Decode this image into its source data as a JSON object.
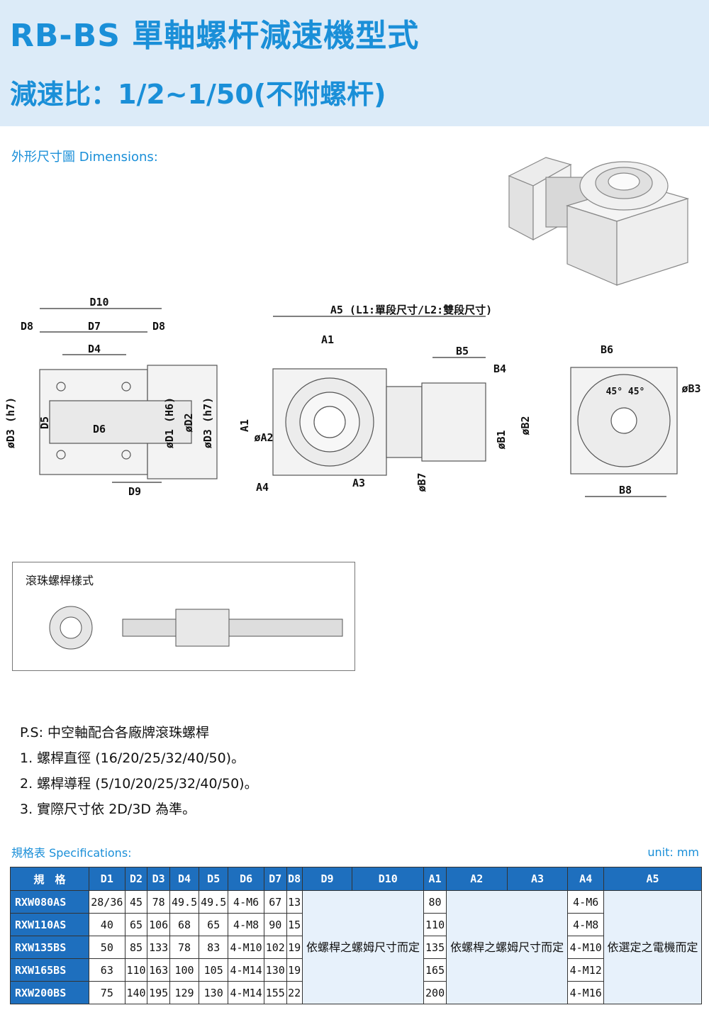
{
  "header": {
    "title_line1": "RB-BS 單軸螺杆減速機型式",
    "title_line2": "減速比：1/2~1/50(不附螺杆)"
  },
  "dimensions_label": "外形尺寸圖 Dimensions:",
  "drawing_labels": {
    "D10": "D10",
    "D8": "D8",
    "D7": "D7",
    "D4": "D4",
    "D6": "D6",
    "D9": "D9",
    "D5": "D5",
    "D3h7": "øD3 (h7)",
    "D1H6": "øD1 (H6)",
    "D2": "øD2",
    "A5": "A5 (L1:單段尺寸/L2:雙段尺寸)",
    "A1": "A1",
    "A2": "øA2",
    "A3": "A3",
    "A4": "A4",
    "B5": "B5",
    "B4": "B4",
    "B7": "øB7",
    "B1": "øB1",
    "B2": "øB2",
    "B6": "B6",
    "B3": "øB3",
    "B8": "B8",
    "angle": "45°  45°"
  },
  "ballscrew_label": "滾珠螺桿樣式",
  "notes": [
    "P.S: 中空軸配合各廠牌滾珠螺桿",
    "1. 螺桿直徑 (16/20/25/32/40/50)。",
    "2. 螺桿導程 (5/10/20/25/32/40/50)。",
    "3. 實際尺寸依 2D/3D 為準。"
  ],
  "spec_label": "規格表 Specifications:",
  "unit_label": "unit: mm",
  "table": {
    "headers": [
      "規　格",
      "D1",
      "D2",
      "D3",
      "D4",
      "D5",
      "D6",
      "D7",
      "D8",
      "D9",
      "D10",
      "A1",
      "A2",
      "A3",
      "A4",
      "A5"
    ],
    "rows": [
      {
        "model": "RXW080AS",
        "d1": "28/36",
        "d2": "45",
        "d3": "78",
        "d4": "49.5",
        "d5": "49.5",
        "d6": "4-M6",
        "d7": "67",
        "d8": "13",
        "a1": "80",
        "a4": "4-M6"
      },
      {
        "model": "RXW110AS",
        "d1": "40",
        "d2": "65",
        "d3": "106",
        "d4": "68",
        "d5": "65",
        "d6": "4-M8",
        "d7": "90",
        "d8": "15",
        "a1": "110",
        "a4": "4-M8"
      },
      {
        "model": "RXW135BS",
        "d1": "50",
        "d2": "85",
        "d3": "133",
        "d4": "78",
        "d5": "83",
        "d6": "4-M10",
        "d7": "102",
        "d8": "19",
        "a1": "135",
        "a4": "4-M10"
      },
      {
        "model": "RXW165BS",
        "d1": "63",
        "d2": "110",
        "d3": "163",
        "d4": "100",
        "d5": "105",
        "d6": "4-M14",
        "d7": "130",
        "d8": "19",
        "a1": "165",
        "a4": "4-M12"
      },
      {
        "model": "RXW200BS",
        "d1": "75",
        "d2": "140",
        "d3": "195",
        "d4": "129",
        "d5": "130",
        "d6": "4-M14",
        "d7": "155",
        "d8": "22",
        "a1": "200",
        "a4": "4-M16"
      }
    ],
    "merged_d9_d10": "依螺桿之螺姆尺寸而定",
    "merged_a2_a3": "依螺桿之螺姆尺寸而定",
    "merged_a5": "依選定之電機而定"
  }
}
